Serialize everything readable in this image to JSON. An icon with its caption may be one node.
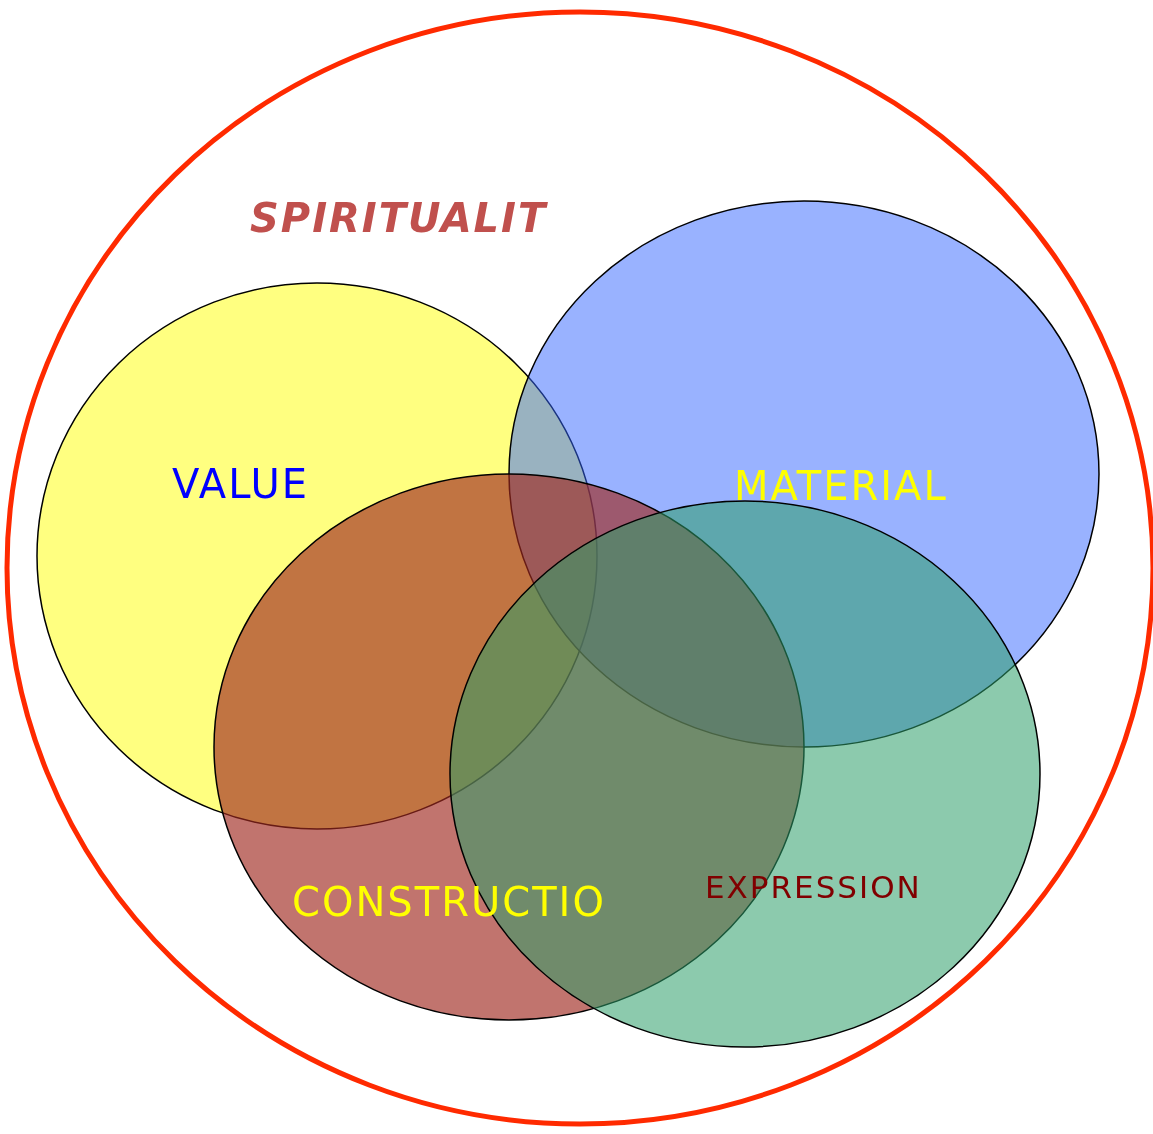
{
  "diagram": {
    "nodes": [
      {
        "text": [
          "SPIRITUALIT"
        ]
      },
      {
        "text": [
          "VALUE"
        ],
        "in": 0
      },
      {
        "text": [
          "MATERIAL"
        ],
        "in": 0
      },
      {
        "text": [
          "CONSTRUCTIO"
        ],
        "in": 0
      },
      {
        "text": [
          "EXPRESSION"
        ],
        "in": 0
      }
    ]
  }
}
